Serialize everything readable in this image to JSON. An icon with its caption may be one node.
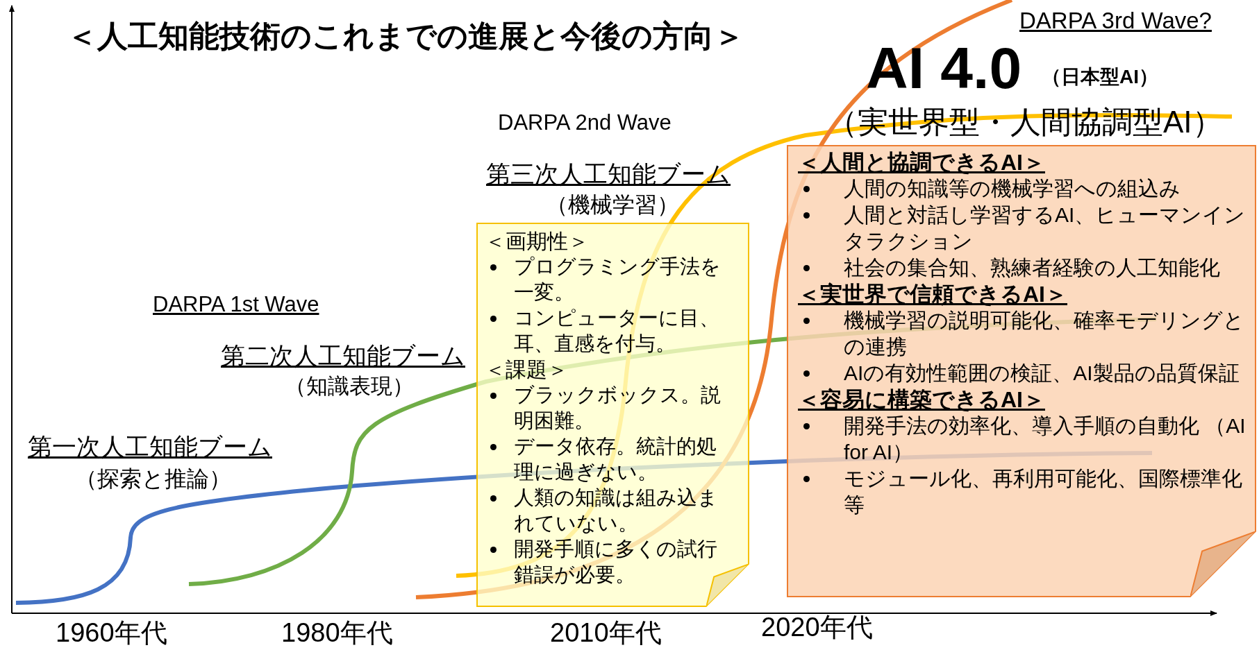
{
  "diagram": {
    "title": "＜人工知能技術のこれまでの進展と今後の方向＞",
    "nodes": [
      {
        "text": [
          "＜画期性＞",
          "プログラミング手法を一変。",
          "コンピューターに目、耳、直感を付与。",
          "＜課題＞",
          "ブラックボックス。説明困難。",
          "データ依存。統計的処理に過ぎない。",
          "人類の知識は組み込まれていない。",
          "開発手順に多くの試行錯誤が必要。"
        ]
      },
      {
        "text": [
          "＜人間と協調できるAI＞",
          "人間の知識等の機械学習への組込み",
          "人間と対話し学習するAI、ヒューマンインタラクション",
          "社会の集合知、熟練者経験の人工知能化",
          "＜実世界で信頼できるAI＞",
          "機械学習の説明可能化、確率モデリングとの連携",
          "AIの有効性範囲の検証、AI製品の品質保証",
          "＜容易に構築できるAI＞",
          "開発手法の効率化、導入手順の自動化 （AI for AI）",
          "モジュール化、再利用可能化、国際標準化等"
        ]
      }
    ],
    "labels": [
      "DARPA 3rd Wave?",
      "AI 4.0",
      "（日本型AI）",
      "（実世界型・人間協調型AI）",
      "DARPA 2nd Wave",
      "第三次人工知能ブーム",
      "（機械学習）",
      "DARPA 1st Wave",
      "第二次人工知能ブーム",
      "（知識表現）",
      "第一次人工知能ブーム",
      "（探索と推論）",
      "1960年代",
      "1980年代",
      "2010年代",
      "2020年代"
    ]
  }
}
